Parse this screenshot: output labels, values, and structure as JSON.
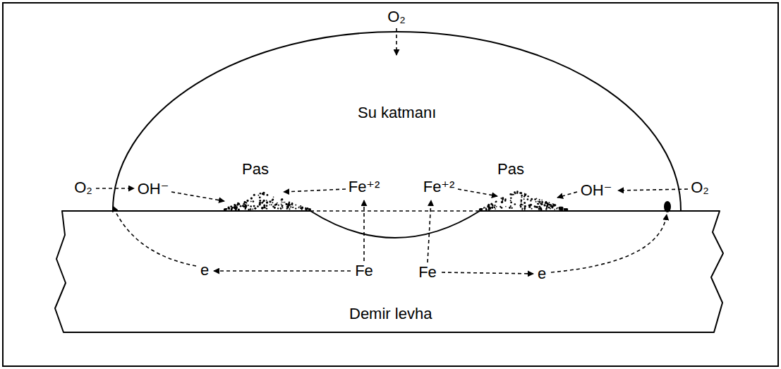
{
  "diagram": {
    "nodes": [
      {
        "text": [
          "Su katmanı"
        ]
      },
      {
        "text": [
          "Demir levha"
        ]
      }
    ],
    "labels": [
      "O₂",
      "O₂",
      "OH⁻",
      "Pas",
      "Fe⁺²",
      "Fe⁺²",
      "Pas",
      "OH⁻",
      "O₂",
      "e",
      "Fe",
      "Fe",
      "e"
    ]
  }
}
